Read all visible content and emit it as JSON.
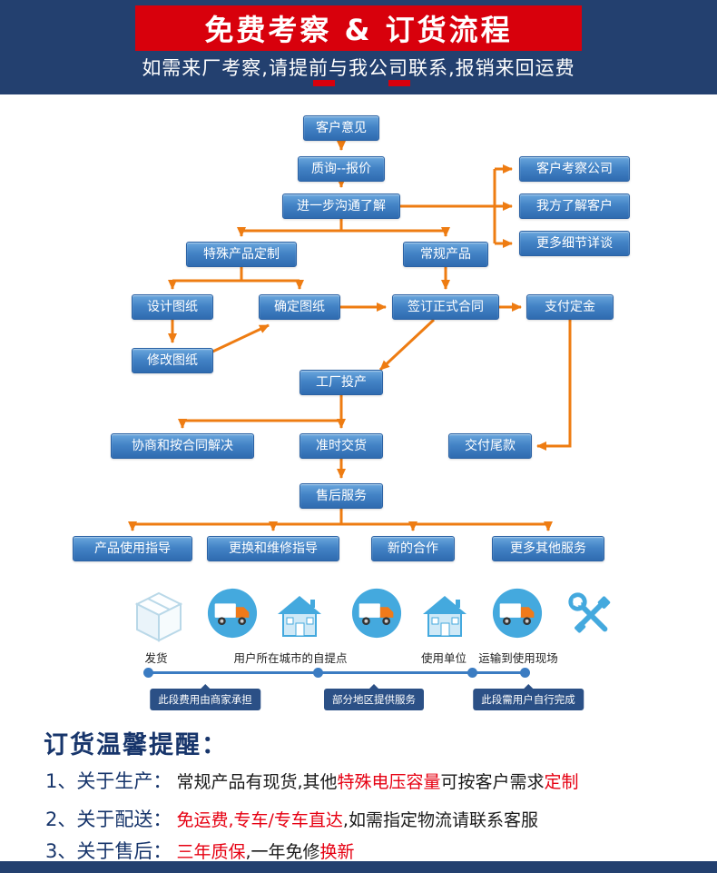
{
  "colors": {
    "header_bg": "#23406f",
    "banner_red": "#d8000c",
    "node_blue": "#3f7fc1",
    "arrow_orange": "#ee7c12",
    "icon_blue": "#44a9de",
    "timeline_blue": "#3b7cc2",
    "timeline_label_bg": "#2b5086",
    "highlight_red": "#e60012",
    "reminder_navy": "#17356b"
  },
  "header": {
    "title": "免费考察 & 订货流程",
    "subtitle": "如需来厂考察,请提前与我公司联系,报销来回运费"
  },
  "flow": {
    "nodes": {
      "customer_opinion": "客户意见",
      "inquiry_quote": "质询--报价",
      "further_communication": "进一步沟通了解",
      "client_visit_company": "客户考察公司",
      "we_know_client": "我方了解客户",
      "more_details": "更多细节详谈",
      "special_product": "特殊产品定制",
      "regular_product": "常规产品",
      "design_drawing": "设计图纸",
      "confirm_drawing": "确定图纸",
      "modify_drawing": "修改图纸",
      "sign_contract": "签订正式合同",
      "pay_deposit": "支付定金",
      "factory_production": "工厂投产",
      "negotiate_by_contract": "协商和按合同解决",
      "on_time_delivery": "准时交货",
      "pay_balance": "交付尾款",
      "after_sales_service": "售后服务",
      "usage_guidance": "产品使用指导",
      "replacement_repair_guidance": "更换和维修指导",
      "new_cooperation": "新的合作",
      "more_other_services": "更多其他服务"
    }
  },
  "logistics": {
    "steps": [
      {
        "icon": "package-icon",
        "label": "发货"
      },
      {
        "icon": "delivery-truck-icon",
        "label": ""
      },
      {
        "icon": "pickup-house-icon",
        "label": "用户所在城市的自提点"
      },
      {
        "icon": "delivery-truck-icon",
        "label": ""
      },
      {
        "icon": "house-icon",
        "label": "使用单位"
      },
      {
        "icon": "delivery-truck-icon",
        "label": "运输到使用现场"
      },
      {
        "icon": "tools-icon",
        "label": ""
      }
    ],
    "timeline_labels": [
      "此段费用由商家承担",
      "部分地区提供服务",
      "此段需用户自行完成"
    ]
  },
  "reminder": {
    "title": "订货温馨提醒：",
    "items": [
      {
        "num": "1、",
        "label": "关于生产：",
        "parts": [
          {
            "text": "常规产品有现货,其他",
            "highlight": false
          },
          {
            "text": "特殊电压容量",
            "highlight": true
          },
          {
            "text": "可按客户需求",
            "highlight": false
          },
          {
            "text": "定制",
            "highlight": true
          }
        ]
      },
      {
        "num": "2、",
        "label": "关于配送：",
        "parts": [
          {
            "text": "免运费,专车/专车直达",
            "highlight": true
          },
          {
            "text": ",如需指定物流请联系客服",
            "highlight": false
          }
        ]
      },
      {
        "num": "3、",
        "label": "关于售后：",
        "parts": [
          {
            "text": "三年质保",
            "highlight": true
          },
          {
            "text": ",一年免修",
            "highlight": false
          },
          {
            "text": "换新",
            "highlight": true
          }
        ]
      }
    ]
  }
}
